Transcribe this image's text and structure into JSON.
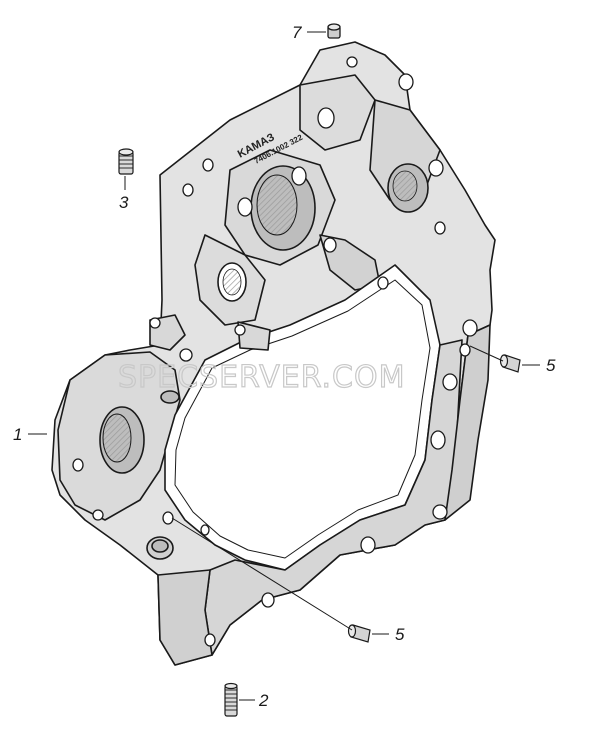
{
  "diagram": {
    "colors": {
      "part_fill": "#e3e3e3",
      "part_shade": "#bdbdbd",
      "line": "#1a1a1a",
      "watermark": "#c8c8c8"
    },
    "casting_marks": {
      "brand": "KAMAЗ",
      "part_number": "7406.1002 322"
    },
    "watermark": "SPECSERVER.COM",
    "callouts": [
      {
        "id": "c7",
        "number": "7"
      },
      {
        "id": "c3",
        "number": "3"
      },
      {
        "id": "c5a",
        "number": "5"
      },
      {
        "id": "c1",
        "number": "1"
      },
      {
        "id": "c5b",
        "number": "5"
      },
      {
        "id": "c2",
        "number": "2"
      }
    ]
  }
}
